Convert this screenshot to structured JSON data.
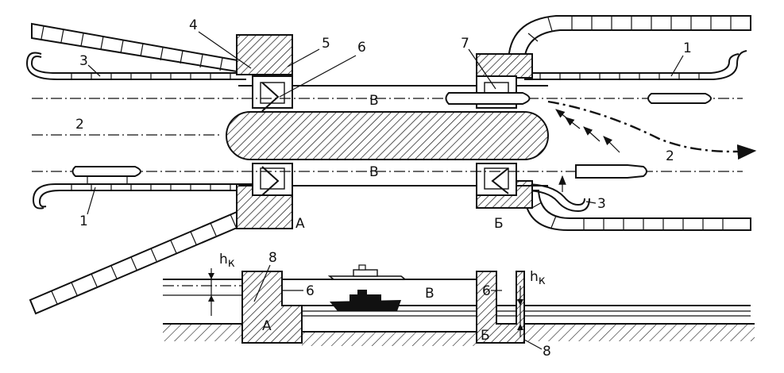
{
  "labels": {
    "num_1": "1",
    "num_2": "2",
    "num_3": "3",
    "num_4": "4",
    "num_5": "5",
    "num_6": "6",
    "num_7": "7",
    "num_8": "8",
    "chamber": "В",
    "head_a": "А",
    "head_b": "Б",
    "depth": "h",
    "depth_sub": "к"
  }
}
